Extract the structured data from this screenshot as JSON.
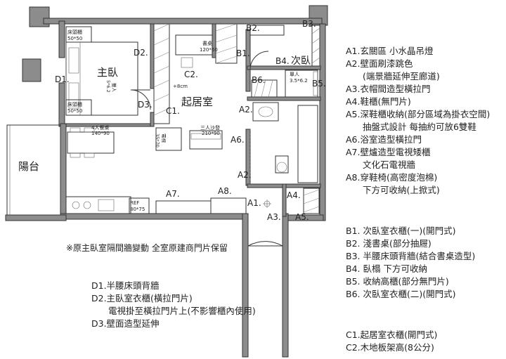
{
  "plan": {
    "rooms": {
      "master": "主臥",
      "living": "起居室",
      "second": "次臥",
      "balcony": "陽台"
    },
    "furniture": {
      "nightstand_top": "床頭櫃",
      "nightstand_top_size": "50*50",
      "nightstand_bottom": "床頭櫃",
      "nightstand_bottom_size": "50*50",
      "bed_master": "雙人",
      "bed_master_size": "5*6.2",
      "desk": "書桌",
      "desk_size": "120*60",
      "dining": "4人餐桌",
      "dining_size": "140*90",
      "tv": "電視",
      "tv_size": "35*70",
      "sofa": "三人沙發",
      "sofa_size": "210*90",
      "bed_single": "單人",
      "bed_single_size": "3.5*6.2",
      "ref": "REF",
      "ref_size": "80*75",
      "floor_note": "+8cm"
    },
    "tags": {
      "A1": "A1.",
      "A2a": "A2.",
      "A2b": "A2.",
      "A3": "A3.",
      "A4": "A4.",
      "A5": "A5.",
      "A6": "A6.",
      "A7": "A7.",
      "A8": "A8.",
      "B1": "B1.",
      "B2": "B2.",
      "B3": "B3.",
      "B4": "B4.",
      "B5": "B5.",
      "B6": "B6.",
      "C1": "C1.",
      "C2": "C2.",
      "D1": "D1.",
      "D2": "D2.",
      "D3": "D3."
    },
    "footnote": "※原主臥室隔間牆變動 全室原建商門片保留"
  },
  "legend_a": [
    "A1.玄關區 小水晶吊燈",
    "A2.壁面刷漆跳色",
    "(端景牆延伸至廊道)",
    "A3.衣帽間造型橫拉門",
    "A4.鞋櫃(無門片)",
    "A5.深鞋櫃收納(部分區域為掛衣空間)",
    "抽盤式設計 每抽約可放6雙鞋",
    "A6.浴室造型橫拉門",
    "A7.壁爐造型電視矮櫃",
    "文化石電視牆",
    "A8.穿鞋椅(高密度泡棉)",
    "下方可收納(上掀式)"
  ],
  "legend_b": [
    "B1. 次臥室衣櫃(一)(開門式)",
    "B2. 淺書桌(部分抽屜)",
    "B3. 半腰床頭背牆(結合書桌造型)",
    "B4. 臥榻 下方可收納",
    "B5. 收納高櫃(部分無門片)",
    "B6. 次臥室衣櫃(二)(開門式)"
  ],
  "legend_d": [
    "D1.半腰床頭背牆",
    "D2.主臥室衣櫃(橫拉門片)",
    "電視掛至橫拉門片上(不影響櫃內使用)",
    "D3.壁面造型延伸"
  ],
  "legend_c": [
    "C1.起居室衣櫃(開門式)",
    "C2.木地板架高(8公分)"
  ]
}
